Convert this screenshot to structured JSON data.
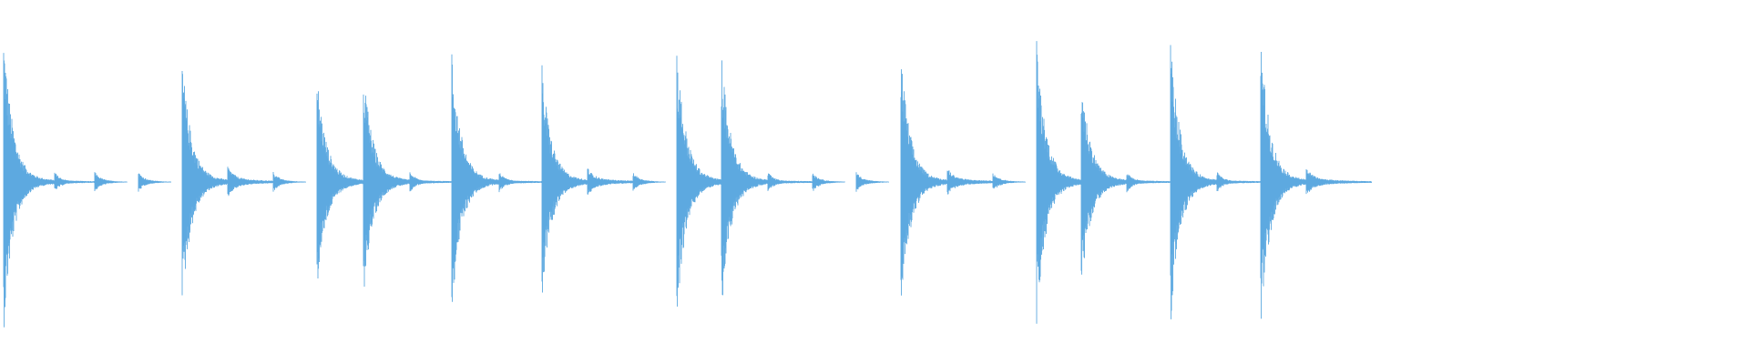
{
  "waveform": {
    "color": "#5DA9E0",
    "background": "#FFFFFF",
    "events": [
      {
        "kind": "major",
        "amp": 0.82
      },
      {
        "kind": "minor",
        "amp": 0.045
      },
      {
        "kind": "minor",
        "amp": 0.045
      },
      {
        "kind": "minor",
        "amp": 0.045
      },
      {
        "kind": "major",
        "amp": 0.67
      },
      {
        "kind": "medium",
        "amp": 0.07
      },
      {
        "kind": "minor",
        "amp": 0.045
      },
      {
        "kind": "major",
        "amp": 0.58
      },
      {
        "kind": "major",
        "amp": 0.62
      },
      {
        "kind": "minor",
        "amp": 0.045
      },
      {
        "kind": "major",
        "amp": 0.7
      },
      {
        "kind": "minor",
        "amp": 0.045
      },
      {
        "kind": "major",
        "amp": 0.63
      },
      {
        "kind": "medium",
        "amp": 0.06
      },
      {
        "kind": "minor",
        "amp": 0.045
      },
      {
        "kind": "major",
        "amp": 0.73
      },
      {
        "kind": "major",
        "amp": 0.7
      },
      {
        "kind": "minor",
        "amp": 0.045
      },
      {
        "kind": "minor",
        "amp": 0.045
      },
      {
        "kind": "minor",
        "amp": 0.045
      },
      {
        "kind": "major",
        "amp": 0.7
      },
      {
        "kind": "medium",
        "amp": 0.06
      },
      {
        "kind": "minor",
        "amp": 0.045
      },
      {
        "kind": "major",
        "amp": 0.77
      },
      {
        "kind": "major",
        "amp": 0.58
      },
      {
        "kind": "minor",
        "amp": 0.045
      },
      {
        "kind": "major",
        "amp": 0.78
      },
      {
        "kind": "minor",
        "amp": 0.045
      },
      {
        "kind": "major",
        "amp": 0.79
      },
      {
        "kind": "medium",
        "amp": 0.06
      }
    ]
  }
}
